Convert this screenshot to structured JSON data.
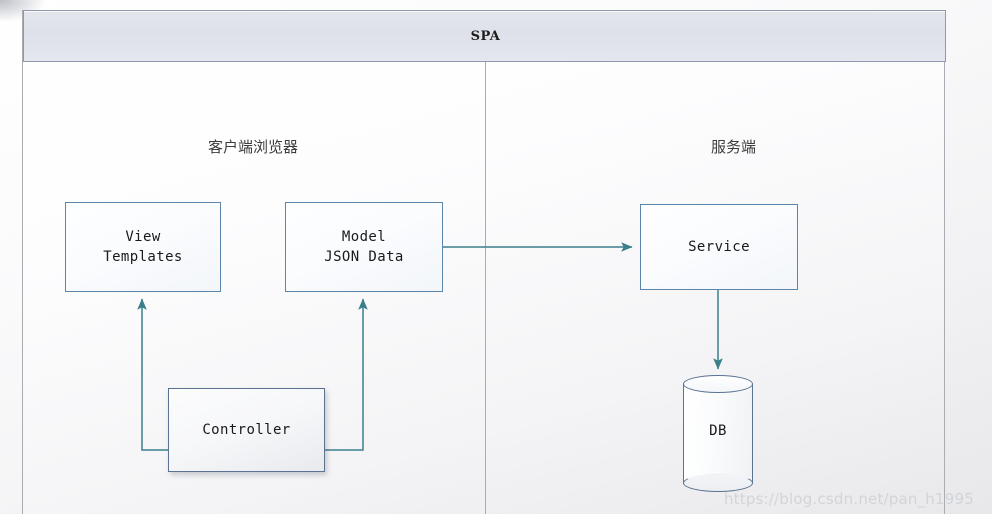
{
  "diagram": {
    "title": "SPA",
    "columns": [
      {
        "id": "client",
        "label": "客户端浏览器"
      },
      {
        "id": "server",
        "label": "服务端"
      }
    ],
    "nodes": [
      {
        "id": "view",
        "line1": "View",
        "line2": "Templates",
        "column": "client"
      },
      {
        "id": "model",
        "line1": "Model",
        "line2": "JSON Data",
        "column": "client"
      },
      {
        "id": "controller",
        "line1": "Controller",
        "line2": "",
        "column": "client"
      },
      {
        "id": "service",
        "line1": "Service",
        "line2": "",
        "column": "server"
      },
      {
        "id": "db",
        "line1": "DB",
        "line2": "",
        "column": "server",
        "shape": "cylinder"
      }
    ],
    "edges": [
      {
        "from": "model",
        "to": "service",
        "style": "straight-horizontal",
        "arrow": true
      },
      {
        "from": "service",
        "to": "db",
        "style": "straight-vertical",
        "arrow": true
      },
      {
        "from": "controller",
        "to": "view",
        "style": "elbow-left-up",
        "arrow": true
      },
      {
        "from": "controller",
        "to": "model",
        "style": "elbow-right-up",
        "arrow": true
      }
    ],
    "colors": {
      "connector": "#3c7f8c",
      "box_border_blue": "#5b85ab",
      "box_border_gray": "#5b7291",
      "header_fill": "#e1e4eb",
      "frame_line": "#a9acb3",
      "text": "#1a1a1a",
      "watermark": "#d2d4d8"
    }
  },
  "watermark": {
    "text": "https://blog.csdn.net/pan_h1995"
  }
}
